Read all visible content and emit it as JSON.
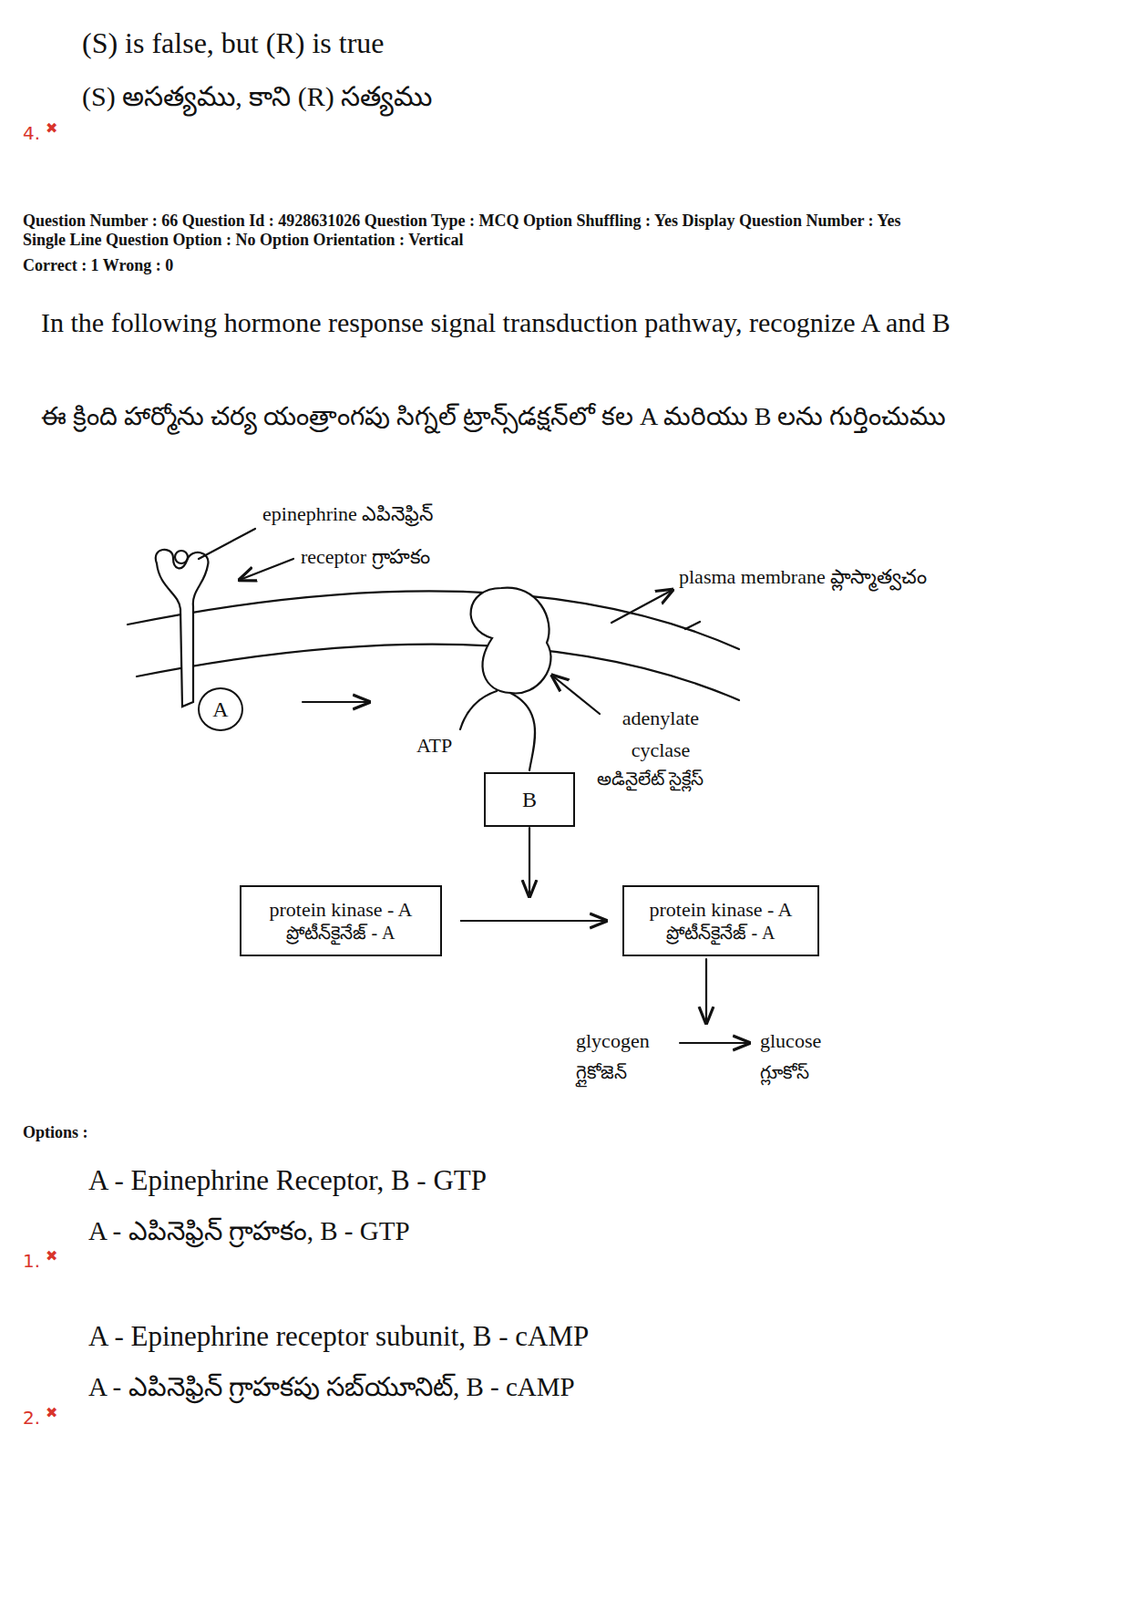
{
  "diagram": {
    "nodes": [
      {
        "text": [
          "A"
        ]
      },
      {
        "text": [
          "B"
        ]
      },
      {
        "text": [
          "protein kinase - A",
          "ప్రోటీన్‌కైనేజ్ - A"
        ]
      },
      {
        "text": [
          "protein kinase - A",
          "ప్రోటీన్‌కైనేజ్ - A"
        ]
      }
    ],
    "edges": [
      {
        "from": 2,
        "to": 3,
        "arrow": "to"
      }
    ],
    "labels": [
      "(S) is false, but (R) is true",
      "(S) అసత్యము, కాని (R) సత్యము",
      "4.",
      "✖",
      "Question Number : 66  Question Id : 4928631026  Question Type : MCQ  Option Shuffling : Yes  Display Question Number : Yes",
      "Single Line Question Option : No  Option Orientation : Vertical",
      "Correct : 1  Wrong : 0",
      "In the following hormone response signal transduction pathway, recognize A and B",
      "ఈ క్రింది హార్మోను చర్య యంత్రాంగపు సిగ్నల్ ట్రాన్స్‌డక్షన్‌లో కల A మరియు B లను గుర్తించుము",
      "epinephrine ఎపినెఫ్రిన్",
      "receptor గ్రాహకం",
      "plasma membrane ప్లాస్మాత్వచం",
      "ATP",
      "adenylate cyclase",
      "అడినైలేట్ సైక్లేస్",
      "glycogen",
      "glucose",
      "గ్లైకోజెన్",
      "గ్లూకోస్",
      "Options :",
      "A - Epinephrine Receptor, B - GTP",
      "A - ఎపినెఫ్రిన్ గ్రాహకం, B - GTP",
      "1.",
      "✖",
      "A - Epinephrine receptor subunit, B - cAMP",
      "A - ఎపినెఫ్రిన్ గ్రాహకపు సబ్‌యూనిట్, B - cAMP",
      "2.",
      "✖"
    ]
  }
}
